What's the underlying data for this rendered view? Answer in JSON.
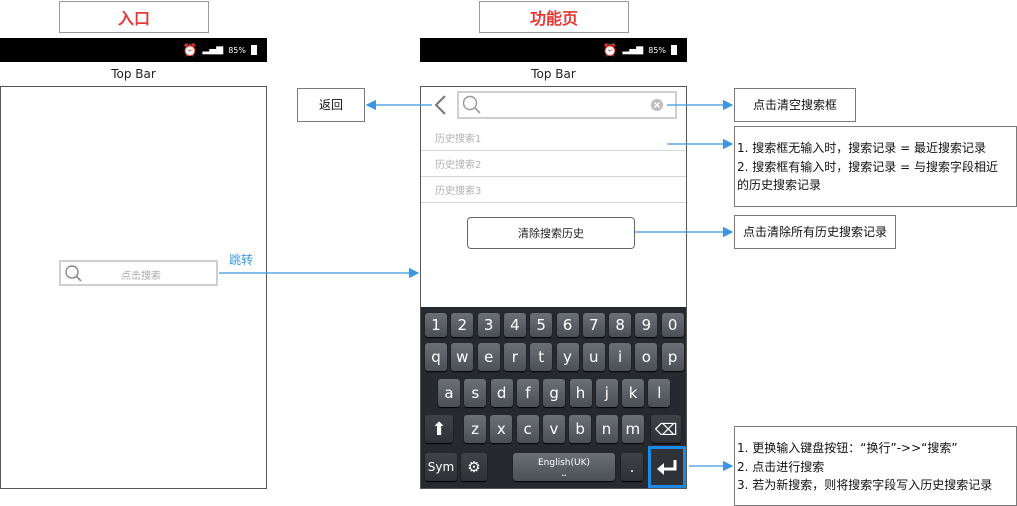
{
  "screens": {
    "entry": {
      "title": "入口",
      "top_bar": "Top Bar",
      "battery": "85%",
      "search_placeholder": "点击搜索"
    },
    "function": {
      "title": "功能页",
      "top_bar": "Top Bar",
      "battery": "85%",
      "history_items": [
        "历史搜索1",
        "历史搜索2",
        "历史搜索3"
      ],
      "clear_history_button": "清除搜索历史",
      "keyboard": {
        "row1": [
          "1",
          "2",
          "3",
          "4",
          "5",
          "6",
          "7",
          "8",
          "9",
          "0"
        ],
        "row2": [
          "q",
          "w",
          "e",
          "r",
          "t",
          "y",
          "u",
          "i",
          "o",
          "p"
        ],
        "row3": [
          "a",
          "s",
          "d",
          "f",
          "g",
          "h",
          "j",
          "k",
          "l"
        ],
        "row4": [
          "z",
          "x",
          "c",
          "v",
          "b",
          "n",
          "m"
        ],
        "sym": "Sym",
        "language": "English(UK)",
        "period": "."
      }
    }
  },
  "labels": {
    "jump": "跳转",
    "back": "返回",
    "clear_input_note": "点击清空搜索框",
    "history_note": [
      "1. 搜索框无输入时，搜索记录 = 最近搜索记录",
      "2. 搜索框有输入时，搜索记录 = 与搜索字段相近",
      "的历史搜索记录"
    ],
    "clear_history_note": "点击清除所有历史搜索记录",
    "enter_note": [
      "1. 更换输入键盘按钮：“换行”->>“搜索”",
      "2. 点击进行搜索",
      "3. 若为新搜索，则将搜索字段写入历史搜索记录"
    ]
  },
  "colors": {
    "title_text": "#e53935",
    "arrow": "#3b97e3",
    "highlight": "#1e88e5",
    "keyboard_bg": "#26292d"
  },
  "icons": [
    "alarm-icon",
    "signal-icon",
    "battery-icon",
    "search-icon",
    "clear-circle-icon",
    "back-chevron-icon",
    "shift-icon",
    "backspace-icon",
    "enter-icon",
    "settings-gear-icon"
  ]
}
